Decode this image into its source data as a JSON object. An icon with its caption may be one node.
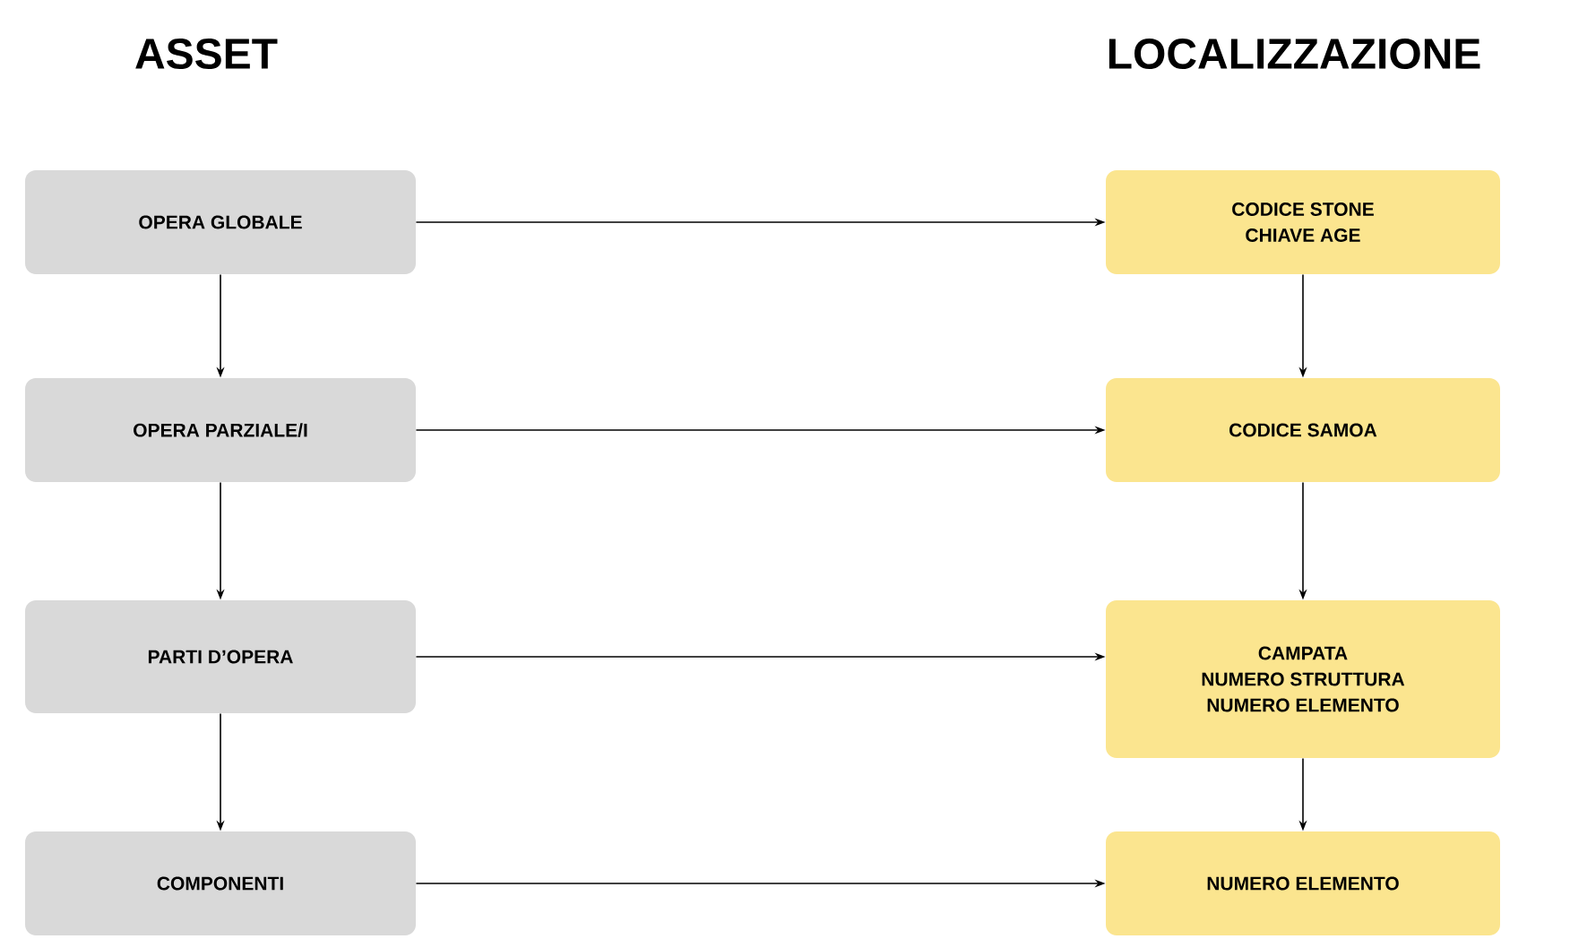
{
  "diagram": {
    "nodes": [
      {
        "text": [
          "OPERA GLOBALE"
        ]
      },
      {
        "text": [
          "OPERA PARZIALE/I"
        ]
      },
      {
        "text": [
          "PARTI D’OPERA"
        ]
      },
      {
        "text": [
          "COMPONENTI"
        ]
      },
      {
        "text": [
          "CODICE STONE",
          "CHIAVE AGE"
        ]
      },
      {
        "text": [
          "CODICE SAMOA"
        ]
      },
      {
        "text": [
          "CAMPATA",
          "NUMERO STRUTTURA",
          "NUMERO ELEMENTO"
        ]
      },
      {
        "text": [
          "NUMERO ELEMENTO"
        ]
      }
    ],
    "edges": [
      {
        "from": 0,
        "to": 1,
        "arrow": "to"
      },
      {
        "from": 1,
        "to": 2,
        "arrow": "to"
      },
      {
        "from": 2,
        "to": 3,
        "arrow": "to"
      },
      {
        "from": 4,
        "to": 5,
        "arrow": "to"
      },
      {
        "from": 5,
        "to": 6,
        "arrow": "to"
      },
      {
        "from": 6,
        "to": 7,
        "arrow": "to"
      },
      {
        "from": 0,
        "to": 4,
        "arrow": "to"
      },
      {
        "from": 1,
        "to": 5,
        "arrow": "to"
      },
      {
        "from": 2,
        "to": 6,
        "arrow": "to"
      },
      {
        "from": 3,
        "to": 7,
        "arrow": "to"
      }
    ],
    "labels": [
      "ASSET",
      "LOCALIZZAZIONE"
    ]
  }
}
